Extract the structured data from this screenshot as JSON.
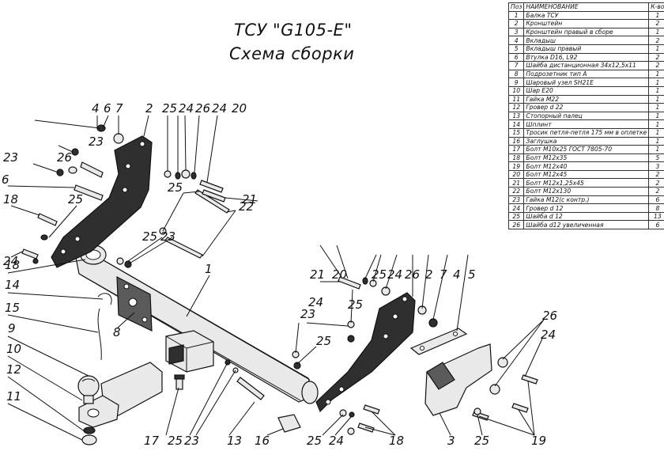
{
  "title": {
    "line1": "ТСУ \"G105-E\"",
    "line2": "Схема сборки"
  },
  "table": {
    "headers": {
      "pos": "Поз",
      "name": "НАИМЕНОВАНИЕ",
      "qty": "К-во"
    },
    "rows": [
      {
        "pos": "1",
        "name": "Балка ТСУ",
        "qty": "1"
      },
      {
        "pos": "2",
        "name": "Кронштейн",
        "qty": "2"
      },
      {
        "pos": "3",
        "name": "Кронштейн правый в сборе",
        "qty": "1"
      },
      {
        "pos": "4",
        "name": "Вкладыш",
        "qty": "2"
      },
      {
        "pos": "5",
        "name": "Вкладыш правый",
        "qty": "1"
      },
      {
        "pos": "6",
        "name": "Втулка D16, L92",
        "qty": "2"
      },
      {
        "pos": "7",
        "name": "Шайба дистанционная 34х12,5х11",
        "qty": "2"
      },
      {
        "pos": "8",
        "name": "Подрозетник тип А",
        "qty": "1"
      },
      {
        "pos": "9",
        "name": "Шаровый узел SH21E",
        "qty": "1"
      },
      {
        "pos": "10",
        "name": "Шар E20",
        "qty": "1"
      },
      {
        "pos": "11",
        "name": "Гайка М22",
        "qty": "1"
      },
      {
        "pos": "12",
        "name": "Гровер d 22",
        "qty": "1"
      },
      {
        "pos": "13",
        "name": "Стопорный палец",
        "qty": "1"
      },
      {
        "pos": "14",
        "name": "Шплинт",
        "qty": "1"
      },
      {
        "pos": "15",
        "name": "Тросик петля-петля 175 мм в оплетке",
        "qty": "1"
      },
      {
        "pos": "16",
        "name": "Заглушка",
        "qty": "1"
      },
      {
        "pos": "17",
        "name": "Болт М10х25 ГОСТ 7805-70",
        "qty": "1"
      },
      {
        "pos": "18",
        "name": "Болт М12х35",
        "qty": "5"
      },
      {
        "pos": "19",
        "name": "Болт М12х40",
        "qty": "3"
      },
      {
        "pos": "20",
        "name": "Болт М12х45",
        "qty": "2"
      },
      {
        "pos": "21",
        "name": "Болт М12х1,25х45",
        "qty": "2"
      },
      {
        "pos": "22",
        "name": "Болт М12х130",
        "qty": "2"
      },
      {
        "pos": "23",
        "name": "Гайка М12(с контр.)",
        "qty": "6"
      },
      {
        "pos": "24",
        "name": "Гровер d 12",
        "qty": "8"
      },
      {
        "pos": "25",
        "name": "Шайба d 12",
        "qty": "13"
      },
      {
        "pos": "26",
        "name": "Шайба d12 увеличенная",
        "qty": "6"
      }
    ]
  },
  "callouts": {
    "c1": "1",
    "c2a": "2",
    "c2b": "2",
    "c3": "3",
    "c4a": "4",
    "c4b": "4",
    "c5": "5",
    "c6a": "6",
    "c6b": "6",
    "c7a": "7",
    "c7b": "7",
    "c8": "8",
    "c9": "9",
    "c10": "10",
    "c11": "11",
    "c12": "12",
    "c13": "13",
    "c14": "14",
    "c15": "15",
    "c16": "16",
    "c17": "17",
    "c18a": "18",
    "c18b": "18",
    "c18c": "18",
    "c19": "19",
    "c20a": "20",
    "c20b": "20",
    "c21a": "21",
    "c21b": "21",
    "c22": "22",
    "c23a": "23",
    "c23b": "23",
    "c23c": "23",
    "c23d": "23",
    "c23e": "23",
    "c24a": "24",
    "c24b": "24",
    "c24c": "24",
    "c24d": "24",
    "c24e": "24",
    "c24f": "24",
    "c24g": "24",
    "c25a": "25",
    "c25b": "25",
    "c25c": "25",
    "c25d": "25",
    "c25e": "25",
    "c25f": "25",
    "c25g": "25",
    "c25h": "25",
    "c25i": "25",
    "c25j": "25",
    "c26a": "26",
    "c26b": "26",
    "c26c": "26",
    "c26d": "26"
  }
}
